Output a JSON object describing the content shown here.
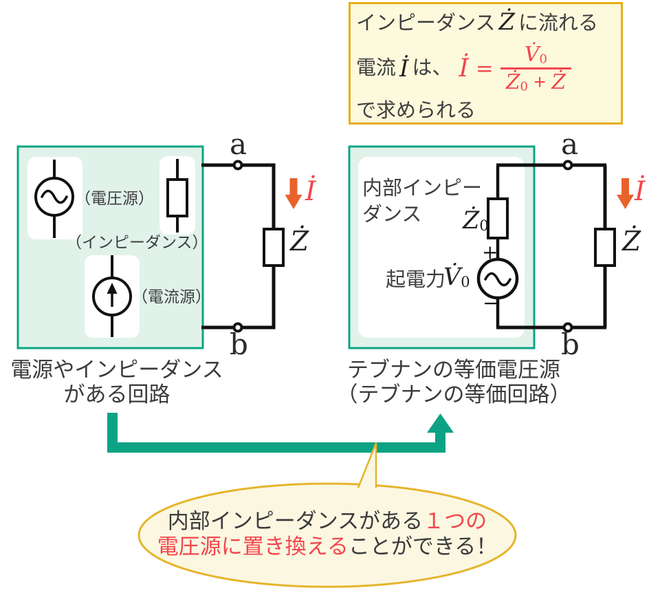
{
  "formula_box": {
    "l1_pre": "インピーダンス",
    "l1_math": "Ż",
    "l1_post": "に流れる",
    "l2_pre": "電流",
    "l2_math": "İ",
    "l2_post": "は、",
    "eq_lhs": "İ",
    "eq_rel": "=",
    "eq_num_sym": "V̇",
    "eq_num_sub": "0",
    "eq_den_sym1": "Ż",
    "eq_den_sub1": "0",
    "eq_den_op": "+",
    "eq_den_sym2": "Ż",
    "l3": "で求められる"
  },
  "left_circuit": {
    "voltage_source_label": "（電圧源）",
    "impedance_label": "（インピーダンス）",
    "current_source_label": "（電流源）",
    "terminal_a": "a",
    "terminal_b": "b",
    "current_symbol": "İ",
    "load_impedance": "Ż",
    "caption_line1": "電源やインピーダンス",
    "caption_line2": "がある回路"
  },
  "right_circuit": {
    "internal_impedance_line1": "内部インピー",
    "internal_impedance_line2": "ダンス",
    "z0_sym": "Ż",
    "z0_sub": "0",
    "plus_sign": "+",
    "minus_sign": "−",
    "emf_label": "起電力",
    "v0_sym": "V̇",
    "v0_sub": "0",
    "terminal_a": "a",
    "terminal_b": "b",
    "current_symbol": "İ",
    "load_impedance": "Ż",
    "caption_line1": "テブナンの等価電圧源",
    "caption_line2": "（テブナンの等価回路）"
  },
  "bubble": {
    "line1_black": "内部インピーダンスがある",
    "line1_red": "１つの",
    "line2_red": "電圧源に置き換える",
    "line2_black": "ことができる！"
  },
  "colors": {
    "teal": "#0ca385",
    "teal_border": "#0ba585",
    "mint_fill": "#e1f2ea",
    "gold_border": "#e7ae12",
    "cream_fill": "#fcf9dc",
    "bubble_gold": "#e6b42c",
    "bubble_cream": "#fbf7e1",
    "orange_arrow": "#e8632c",
    "red_text": "#f2464c",
    "wire_black": "#111111",
    "text_dark": "#3e3e3e"
  },
  "icons": {
    "voltage_source": "circle-with-sine-wave",
    "current_source": "circle-with-up-arrow",
    "impedance": "rectangle-box",
    "current_direction": "orange-down-arrow",
    "transform": "teal-elbow-up-arrow",
    "callout": "speech-bubble-ellipse"
  }
}
